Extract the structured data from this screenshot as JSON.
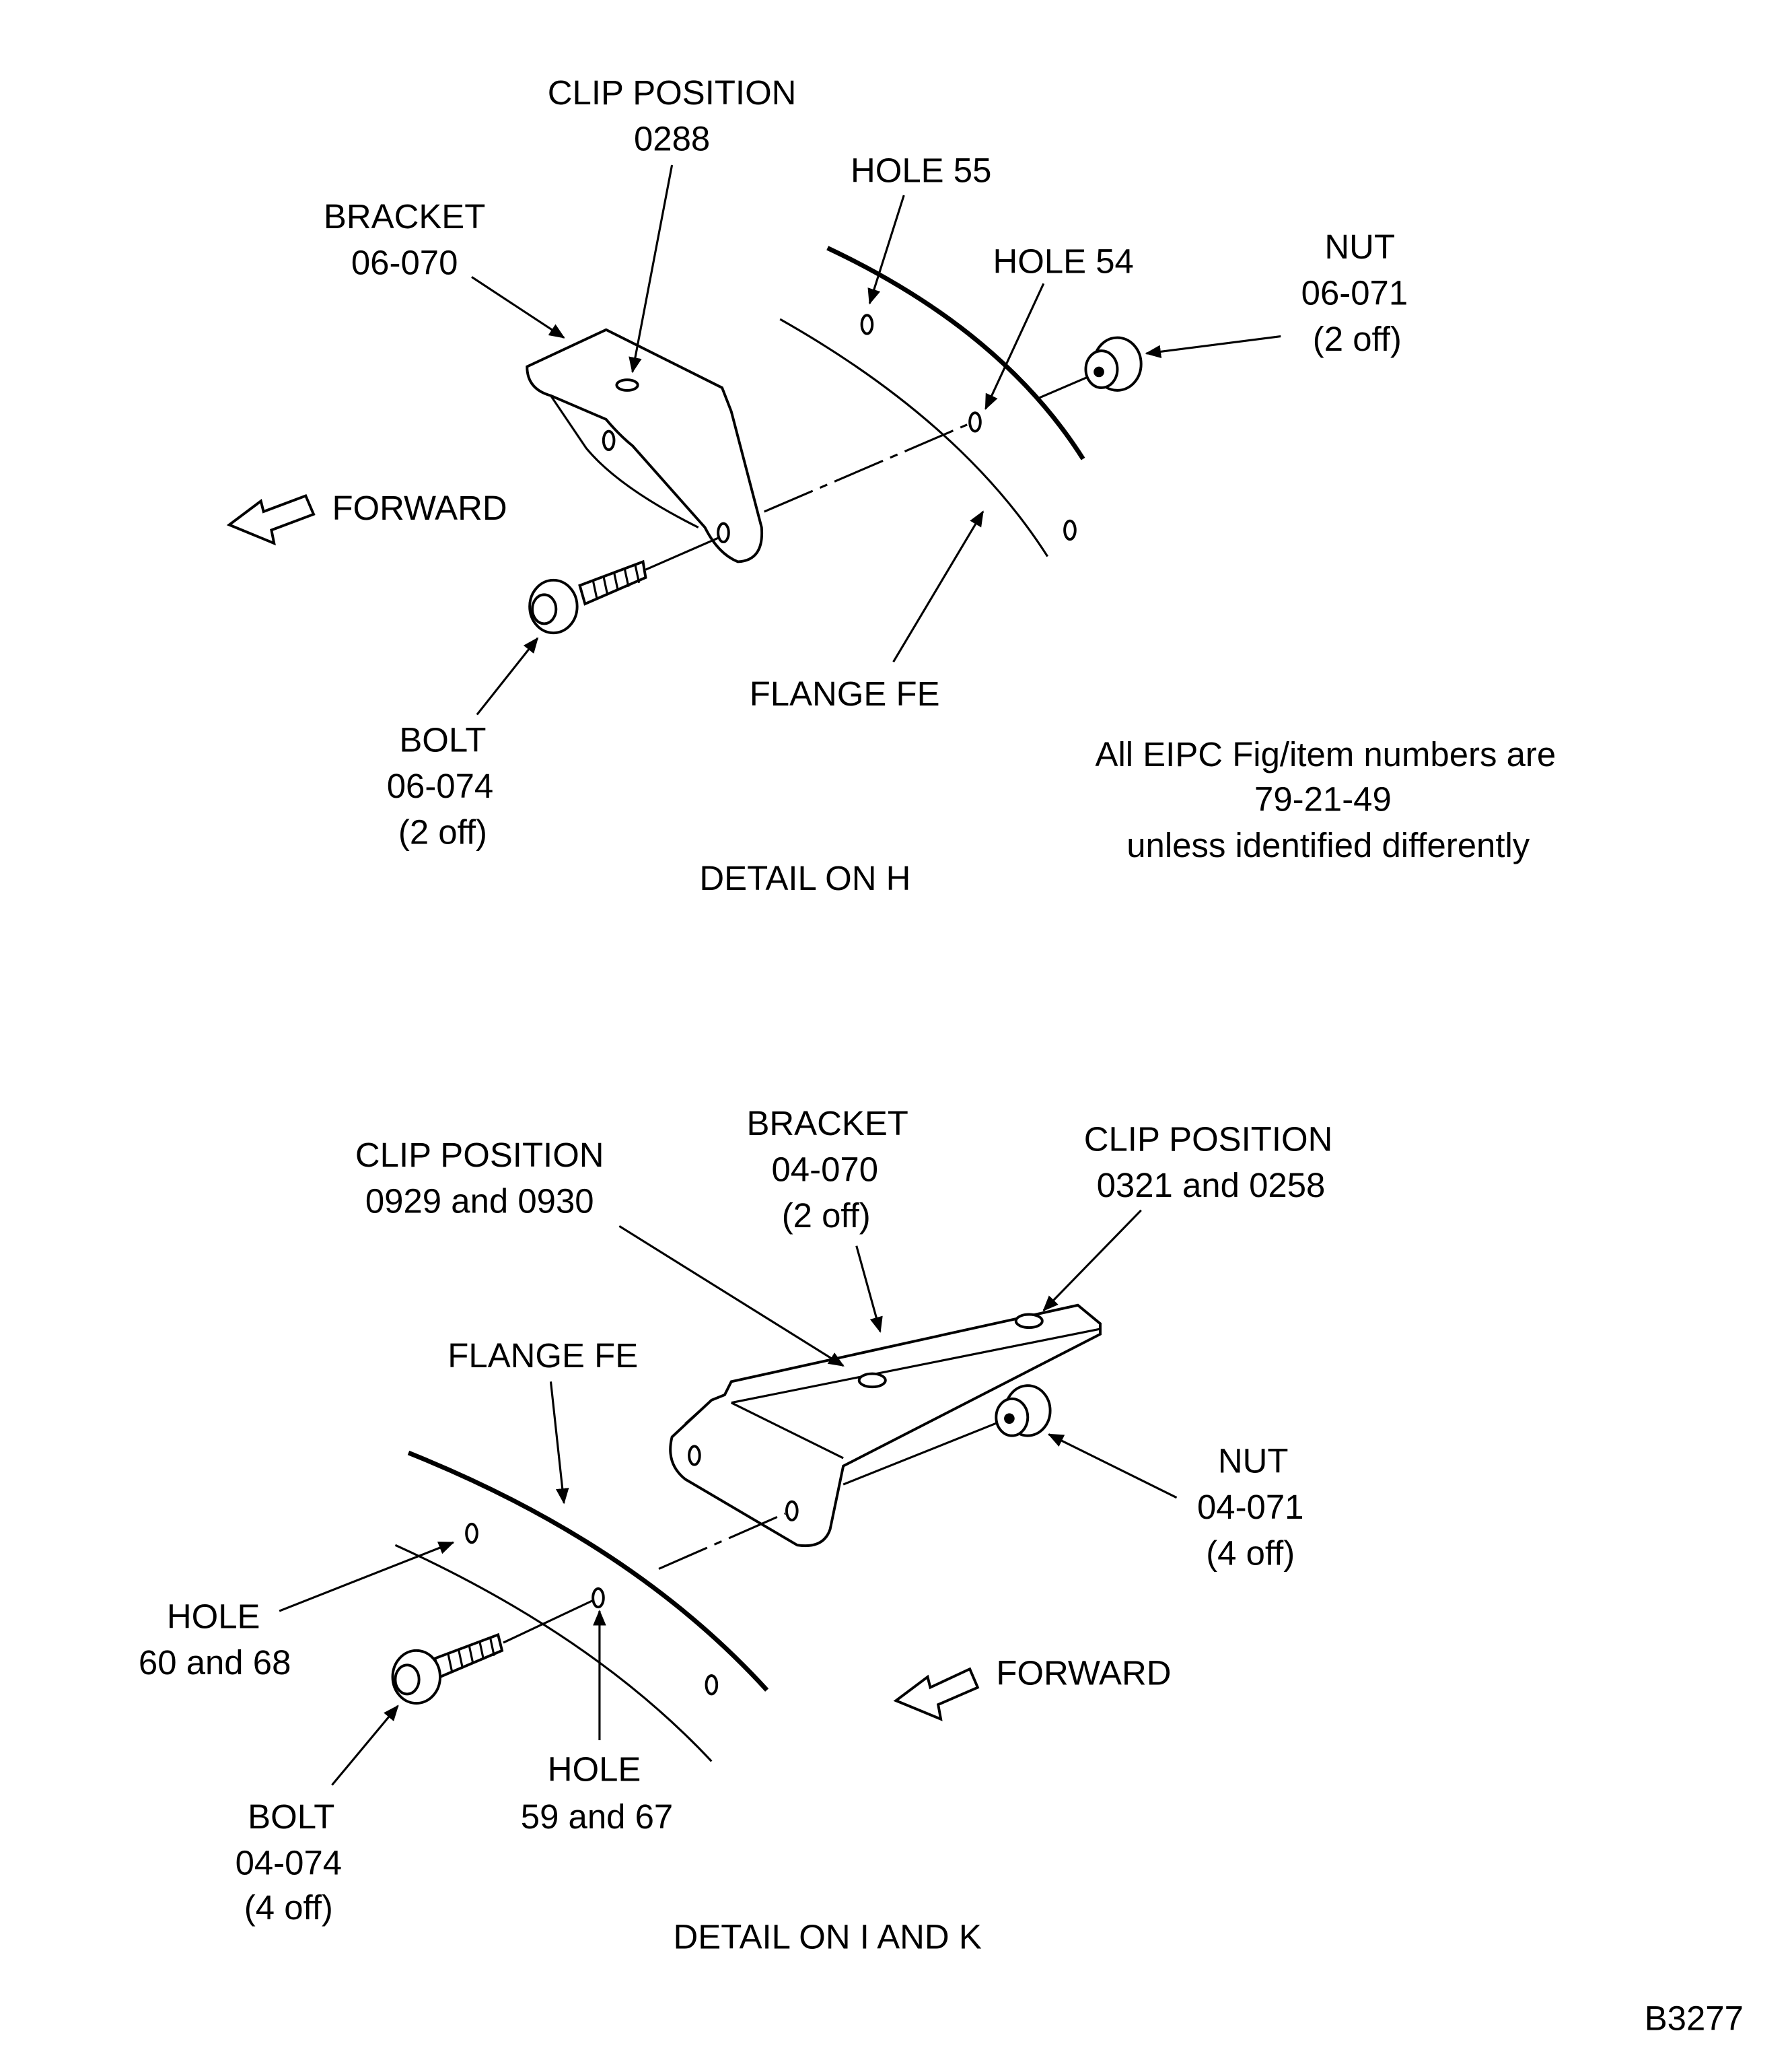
{
  "detail_h": {
    "clip_position": [
      "CLIP POSITION",
      "0288"
    ],
    "bracket": [
      "BRACKET",
      "06-070"
    ],
    "hole_55": "HOLE 55",
    "hole_54": "HOLE 54",
    "nut": [
      "NUT",
      "06-071",
      "(2 off)"
    ],
    "forward": "FORWARD",
    "bolt": [
      "BOLT",
      "06-074",
      "(2 off)"
    ],
    "flange": "FLANGE FE",
    "note": [
      "All EIPC Fig/item numbers are",
      "79-21-49",
      "unless identified differently"
    ],
    "title": "DETAIL ON H"
  },
  "detail_ik": {
    "clip_position_left": [
      "CLIP POSITION",
      "0929 and 0930"
    ],
    "bracket": [
      "BRACKET",
      "04-070",
      "(2 off)"
    ],
    "clip_position_right": [
      "CLIP POSITION",
      "0321 and 0258"
    ],
    "flange": "FLANGE FE",
    "nut": [
      "NUT",
      "04-071",
      "(4 off)"
    ],
    "hole_60_68": [
      "HOLE",
      "60 and 68"
    ],
    "forward": "FORWARD",
    "bolt": [
      "BOLT",
      "04-074",
      "(4 off)"
    ],
    "hole_59_67": [
      "HOLE",
      "59 and 67"
    ],
    "title": "DETAIL ON I AND K"
  },
  "figure_id": "B3277"
}
